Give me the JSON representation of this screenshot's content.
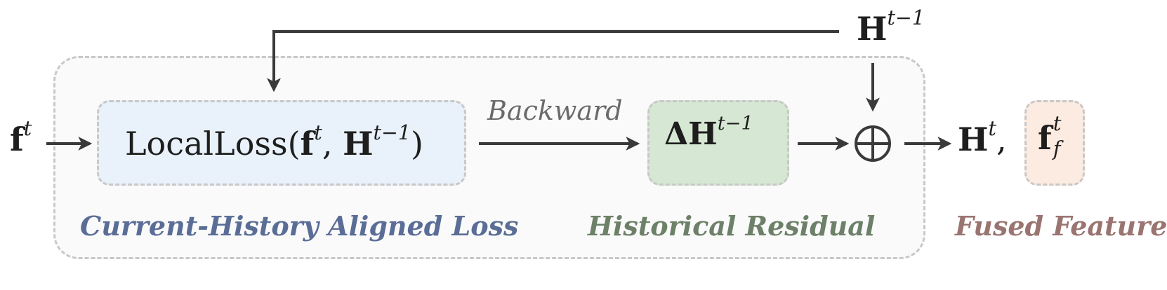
{
  "inputs": {
    "f_symbol": "f",
    "f_sup": "t",
    "h_prev_symbol": "H",
    "h_prev_sup": "t−1"
  },
  "local_loss": {
    "name": "LocalLoss(",
    "f_symbol": "f",
    "f_sup": "t",
    "comma": ",",
    "h_symbol": "H",
    "h_sup": "t−1",
    "close": ")"
  },
  "backward_label": "Backward",
  "residual": {
    "delta": "Δ",
    "h_symbol": "H",
    "h_sup": "t−1"
  },
  "sum_symbol": "⊕",
  "outputs": {
    "h_symbol": "H",
    "h_sup": "t",
    "comma": ",",
    "f_symbol": "f",
    "f_sup": "t",
    "f_sub": "f"
  },
  "captions": {
    "aligned_loss": "Current-History Aligned Loss",
    "historical_residual": "Historical Residual",
    "fused_feature": "Fused Feature"
  },
  "colors": {
    "loss_box": "#e9f1fa",
    "residual_box": "#d6e8d3",
    "fused_box": "#fcebe0",
    "outer_region": "#fafafa",
    "caption_loss": "#5a6d96",
    "caption_residual": "#6d8068",
    "caption_fused": "#9a7470",
    "arrow": "#3a3a3a"
  }
}
